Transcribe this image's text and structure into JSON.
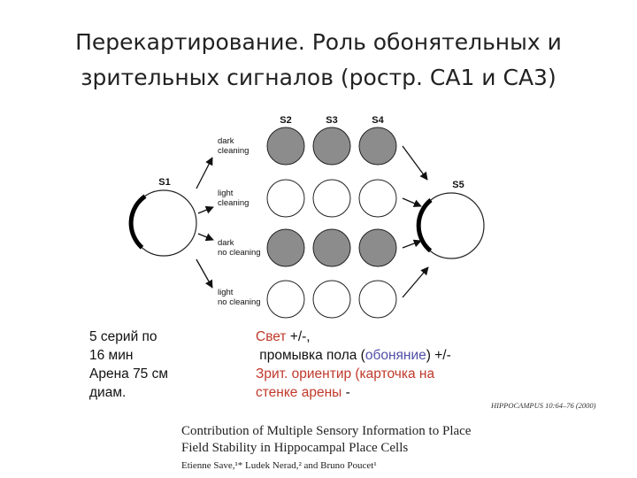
{
  "title": {
    "line1": "Перекартирование. Роль обонятельных и",
    "line2": "зрительных сигналов (ростр. СА1 и СА3)"
  },
  "diagram": {
    "start_label": "S1",
    "end_label": "S5",
    "column_labels": [
      "S2",
      "S3",
      "S4"
    ],
    "conditions": [
      {
        "line1": "dark",
        "line2": "cleaning",
        "fill": "#8c8c8c"
      },
      {
        "line1": "light",
        "line2": "cleaning",
        "fill": "#ffffff"
      },
      {
        "line1": "dark",
        "line2": "no cleaning",
        "fill": "#8c8c8c"
      },
      {
        "line1": "light",
        "line2": "no cleaning",
        "fill": "#ffffff"
      }
    ]
  },
  "notes_left": [
    "5 серий по",
    "16 мин",
    "Арена 75 см",
    "диам."
  ],
  "notes_right": {
    "line1_red": "Свет",
    "line1_black": " +/-,",
    "line2_a": " промывка пола (",
    "line2_blue": "обоняние",
    "line2_b": ") +/-",
    "line3": "Зрит. ориентир (карточка на",
    "line4_red": "стенке арены",
    "line4_black": " -"
  },
  "citation": {
    "journal": "HIPPOCAMPUS 10:64–76 (2000)",
    "title_line1": "Contribution of Multiple Sensory Information to Place",
    "title_line2": "Field Stability in Hippocampal Place Cells",
    "authors": "Etienne Save,¹* Ludek Nerad,² and Bruno Poucet¹"
  }
}
